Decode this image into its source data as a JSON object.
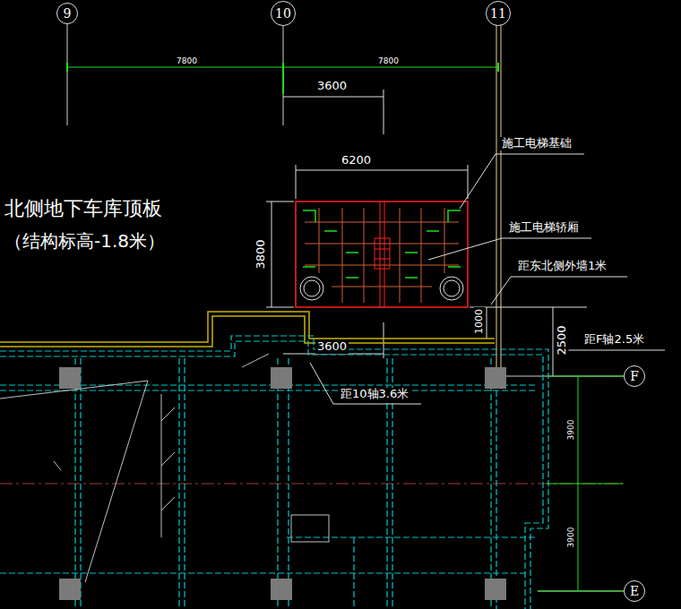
{
  "diagram": {
    "nodes": [
      {
        "text": [
          "9"
        ]
      },
      {
        "text": [
          "10"
        ]
      },
      {
        "text": [
          "11"
        ]
      },
      {
        "text": [
          "F"
        ]
      },
      {
        "text": [
          "E"
        ]
      }
    ],
    "labels": [
      "7800",
      "7800",
      "3600",
      "6200",
      "施工电梯基础",
      "北侧地下车库顶板",
      "（结构标高-1.8米）",
      "3800",
      "施工电梯轿厢",
      "距东北侧外墙1米",
      "1000",
      "2500",
      "距F轴2.5米",
      "3600",
      "距10轴3.6米",
      "3900",
      "3900"
    ]
  }
}
